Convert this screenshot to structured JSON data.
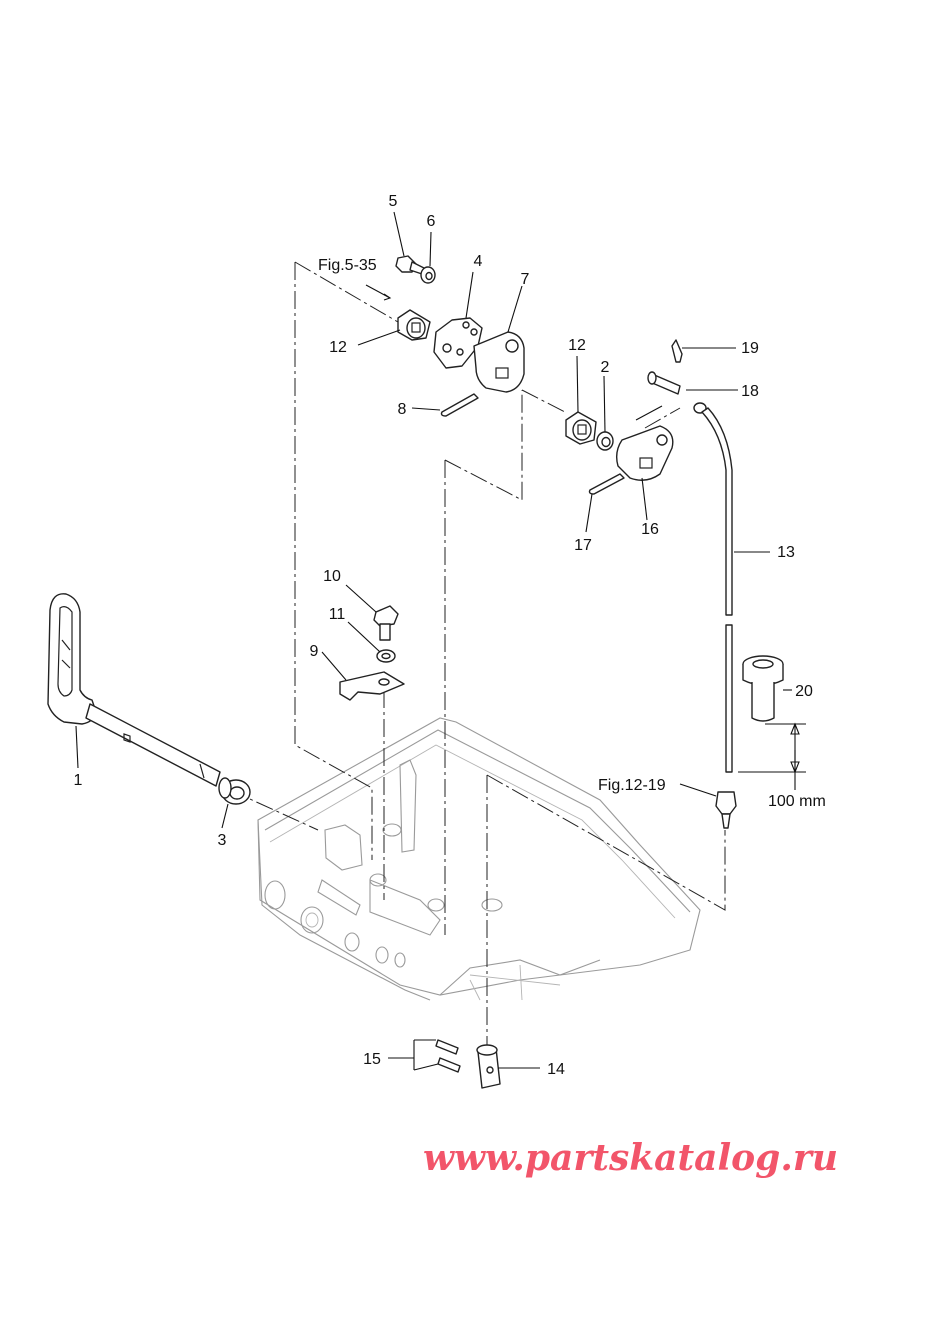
{
  "callouts": {
    "p1": "1",
    "p2": "2",
    "p3": "3",
    "p4": "4",
    "p5": "5",
    "p6": "6",
    "p7": "7",
    "p8": "8",
    "p9": "9",
    "p10": "10",
    "p11": "11",
    "p12a": "12",
    "p12b": "12",
    "p13": "13",
    "p14": "14",
    "p15": "15",
    "p16": "16",
    "p17": "17",
    "p18": "18",
    "p19": "19",
    "p20": "20"
  },
  "references": {
    "fig_5_35": "Fig.5-35",
    "fig_12_19": "Fig.12-19"
  },
  "dimension": "100 mm",
  "watermark": "www.partskatalog.ru",
  "colors": {
    "watermark": "#f2556a",
    "line": "#222222",
    "housing": "#9a9a9a"
  }
}
